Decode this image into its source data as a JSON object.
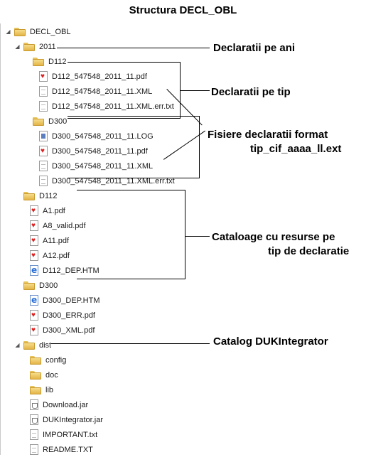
{
  "title": "Structura DECL_OBL",
  "tree": [
    {
      "label": "DECL_OBL",
      "type": "folder",
      "expanded": true
    },
    {
      "label": "2011",
      "type": "folder",
      "expanded": true
    },
    {
      "label": "D112",
      "type": "folder",
      "expanded": true
    },
    {
      "label": "D112_547548_2011_11.pdf",
      "type": "pdf"
    },
    {
      "label": "D112_547548_2011_11.XML",
      "type": "xml"
    },
    {
      "label": "D112_547548_2011_11.XML.err.txt",
      "type": "txt"
    },
    {
      "label": "D300",
      "type": "folder",
      "expanded": true
    },
    {
      "label": "D300_547548_2011_11.LOG",
      "type": "log"
    },
    {
      "label": "D300_547548_2011_11.pdf",
      "type": "pdf"
    },
    {
      "label": "D300_547548_2011_11.XML",
      "type": "xml"
    },
    {
      "label": "D300_547548_2011_11.XML.err.txt",
      "type": "txt"
    },
    {
      "label": "D112",
      "type": "folder",
      "expanded": true
    },
    {
      "label": "A1.pdf",
      "type": "pdf"
    },
    {
      "label": "A8_valid.pdf",
      "type": "pdf"
    },
    {
      "label": "A11.pdf",
      "type": "pdf"
    },
    {
      "label": "A12.pdf",
      "type": "pdf"
    },
    {
      "label": "D112_DEP.HTM",
      "type": "htm"
    },
    {
      "label": "D300",
      "type": "folder",
      "expanded": true
    },
    {
      "label": "D300_DEP.HTM",
      "type": "htm"
    },
    {
      "label": "D300_ERR.pdf",
      "type": "pdf"
    },
    {
      "label": "D300_XML.pdf",
      "type": "pdf"
    },
    {
      "label": "dist",
      "type": "folder",
      "expanded": true
    },
    {
      "label": "config",
      "type": "folder"
    },
    {
      "label": "doc",
      "type": "folder"
    },
    {
      "label": "lib",
      "type": "folder"
    },
    {
      "label": "Download.jar",
      "type": "jar"
    },
    {
      "label": "DUKIntegrator.jar",
      "type": "jar"
    },
    {
      "label": "IMPORTANT.txt",
      "type": "txt"
    },
    {
      "label": "README.TXT",
      "type": "txt"
    }
  ],
  "annotations": {
    "ani": "Declaratii pe ani",
    "tip": "Declaratii pe tip",
    "fisiere_1": "Fisiere declaratii format",
    "fisiere_2": "tip_cif_aaaa_ll.ext",
    "cataloage_1": "Cataloage cu resurse pe",
    "cataloage_2": "tip de declaratie",
    "duk": "Catalog DUKIntegrator"
  }
}
